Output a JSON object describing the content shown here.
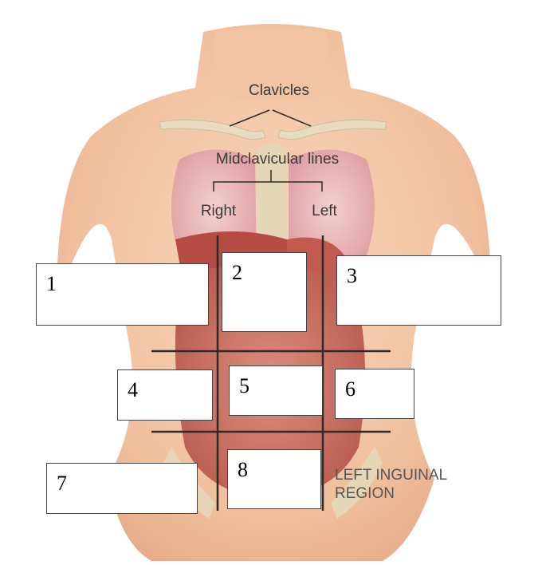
{
  "labels": {
    "clavicles": "Clavicles",
    "midclavicular_lines": "Midclavicular lines",
    "right": "Right",
    "left": "Left",
    "inguinal_line1": "LEFT INGUINAL",
    "inguinal_line2": "REGION"
  },
  "boxes": [
    {
      "number": "1"
    },
    {
      "number": "2"
    },
    {
      "number": "3"
    },
    {
      "number": "4"
    },
    {
      "number": "5"
    },
    {
      "number": "6"
    },
    {
      "number": "7"
    },
    {
      "number": "8"
    }
  ],
  "colors": {
    "skin": "#f3c8a6",
    "skin_shadow": "#e7a98a",
    "bone": "#e8dcc0",
    "lung": "#e9b7b9",
    "intestine": "#c76a5c",
    "intestine_light": "#d8897a",
    "line": "#2b2b2b"
  }
}
